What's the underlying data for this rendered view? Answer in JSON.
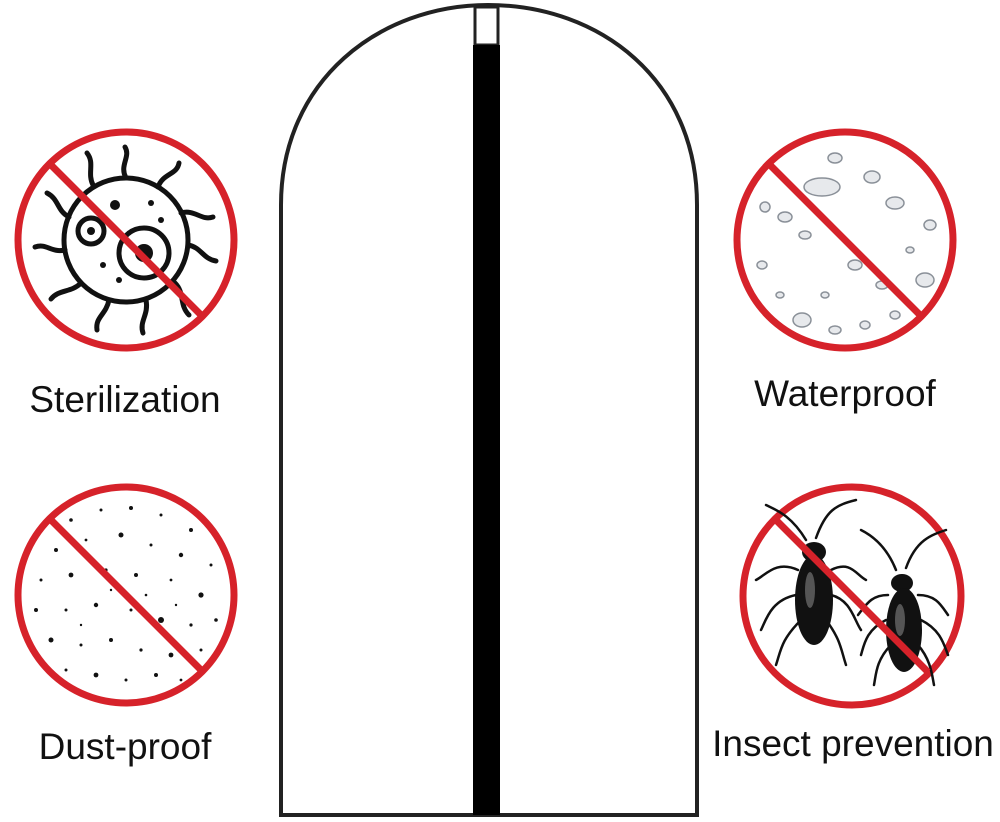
{
  "colors": {
    "prohibit_red": "#d6222a",
    "icon_black": "#111111",
    "bag_outline": "#222222",
    "zipper": "#000000",
    "background": "#ffffff"
  },
  "product": {
    "icon": "garment-bag-icon"
  },
  "features": [
    {
      "label": "Sterilization",
      "icon": "no-bacteria-icon"
    },
    {
      "label": "Waterproof",
      "icon": "no-water-icon"
    },
    {
      "label": "Dust-proof",
      "icon": "no-dust-icon"
    },
    {
      "label": "Insect prevention",
      "icon": "no-insects-icon"
    }
  ]
}
